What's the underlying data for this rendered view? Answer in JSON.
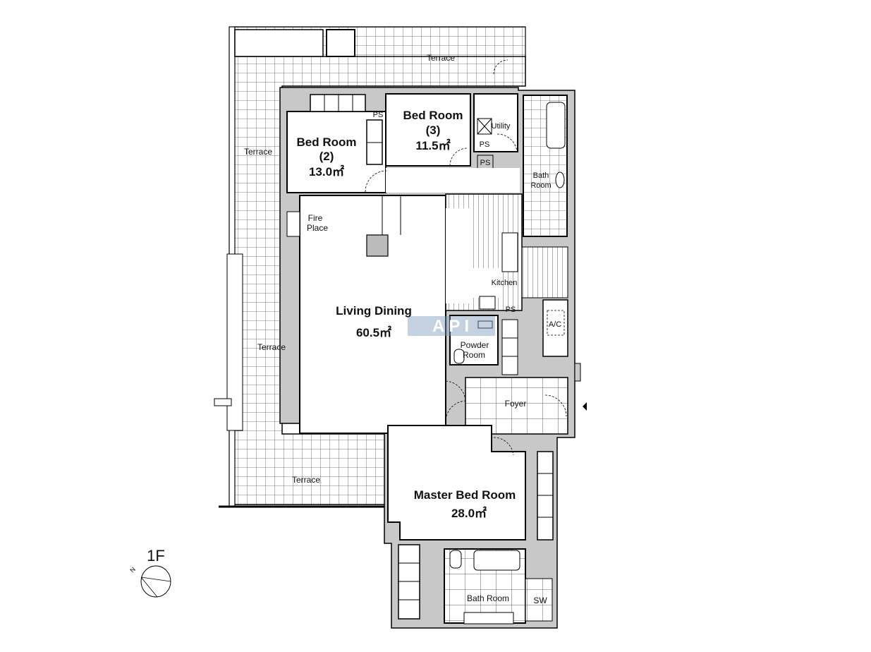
{
  "floor_label": "1F",
  "compass": {
    "label": "N"
  },
  "watermark": "API",
  "rooms": {
    "terrace_top": "Terrace",
    "terrace_left_upper": "Terrace",
    "terrace_left_middle": "Terrace",
    "terrace_bottom": "Terrace",
    "bedroom2": {
      "name": "Bed Room",
      "number": "(2)",
      "area": "13.0㎡"
    },
    "bedroom3": {
      "name": "Bed Room",
      "number": "(3)",
      "area": "11.5㎡"
    },
    "utility": "Utility",
    "bath_room_1": {
      "line1": "Bath",
      "line2": "Room"
    },
    "fire_place": {
      "line1": "Fire",
      "line2": "Place"
    },
    "kitchen": "Kitchen",
    "living_dining": {
      "name": "Living Dining",
      "area": "60.5㎡"
    },
    "powder_room": {
      "line1": "Powder",
      "line2": "Room"
    },
    "ac": "A/C",
    "foyer": "Foyer",
    "master_bedroom": {
      "name": "Master Bed Room",
      "area": "28.0㎡"
    },
    "master_bath": "Bath Room",
    "sw": "SW",
    "ps_labels": [
      "PS",
      "PS",
      "PS",
      "PS"
    ]
  }
}
